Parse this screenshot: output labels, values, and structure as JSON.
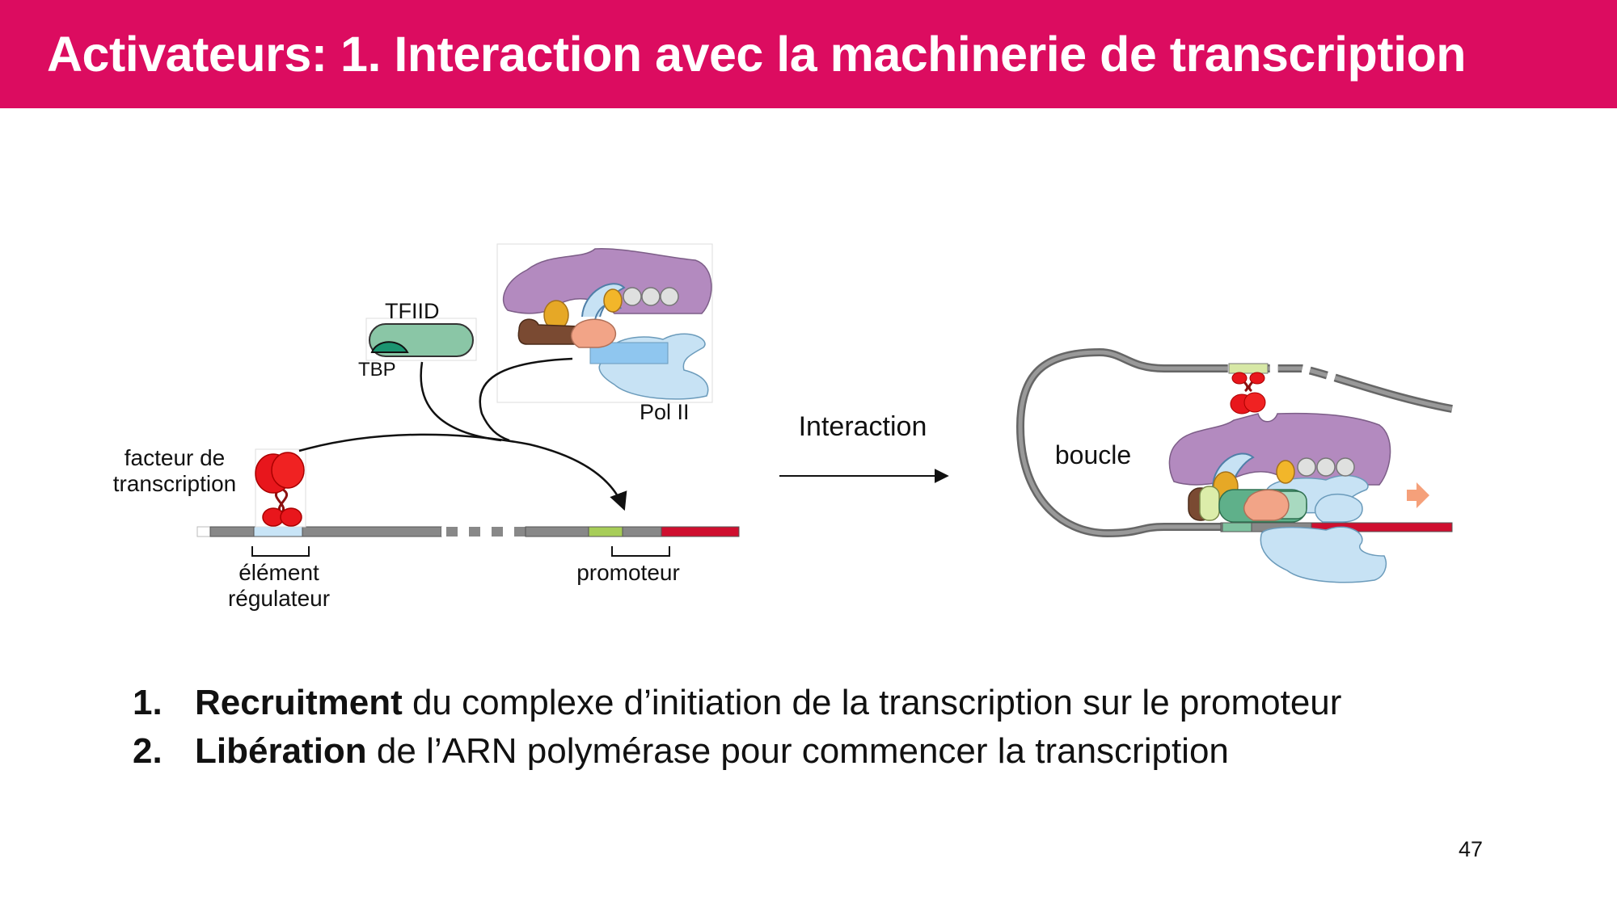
{
  "slide": {
    "title": "Activateurs: 1. Interaction avec la machinerie de transcription",
    "page_number": "47",
    "accent_color": "#dc0c60"
  },
  "diagram": {
    "left": {
      "tfiid": "TFIID",
      "tbp": "TBP",
      "pol2": "Pol II",
      "factor_line1": "facteur de",
      "factor_line2": "transcription",
      "element_line1": "élément",
      "element_line2": "régulateur",
      "promoter": "promoteur"
    },
    "arrow_label": "Interaction",
    "right": {
      "loop": "boucle"
    },
    "colors": {
      "dna": "#8c8c8c",
      "activator": "#e8161c",
      "mediator": "#b38abf",
      "tfiid": "#8ac6a6",
      "tbp": "#1b9470",
      "pol2": "#c7e2f4",
      "promoter": "#a7cd58",
      "gene": "#cf0f2f"
    }
  },
  "bullets": [
    {
      "num": "1.",
      "bold": "Recruitment",
      "rest": " du complexe d’initiation de la transcription sur le promoteur"
    },
    {
      "num": "2.",
      "bold": "Libération",
      "rest": " de l’ARN polymérase pour commencer la transcription"
    }
  ]
}
